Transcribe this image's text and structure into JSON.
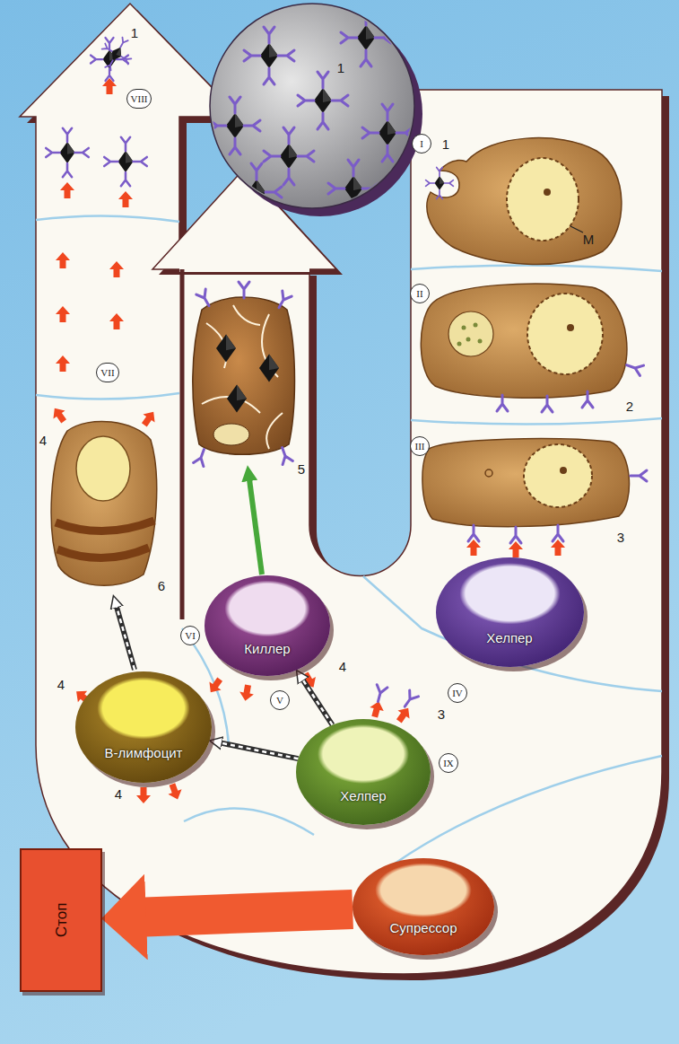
{
  "diagram": {
    "nodes": [
      {
        "text": [
          "VIII"
        ]
      },
      {
        "text": [
          "I"
        ]
      },
      {
        "text": [
          "II"
        ]
      },
      {
        "text": [
          "VII"
        ]
      },
      {
        "text": [
          "III"
        ]
      },
      {
        "text": [
          "Хелпер"
        ]
      },
      {
        "text": [
          "Киллер"
        ]
      },
      {
        "text": [
          "VI"
        ]
      },
      {
        "text": [
          "V"
        ]
      },
      {
        "text": [
          "IV"
        ]
      },
      {
        "text": [
          "В-лимфоцит"
        ]
      },
      {
        "text": [
          "IX"
        ]
      },
      {
        "text": [
          "Хелпер"
        ]
      },
      {
        "text": [
          "Супрессор"
        ]
      },
      {
        "text": [
          "Стоп"
        ]
      }
    ],
    "edges": [
      {
        "from": 12,
        "to": 6,
        "arrow": "to"
      },
      {
        "from": 12,
        "to": 10,
        "arrow": "to"
      },
      {
        "from": 13,
        "to": 14,
        "arrow": "to"
      }
    ],
    "labels": [
      "1",
      "1",
      "1",
      "М",
      "2",
      "4",
      "3",
      "5",
      "6",
      "4",
      "4",
      "3",
      "4"
    ]
  }
}
